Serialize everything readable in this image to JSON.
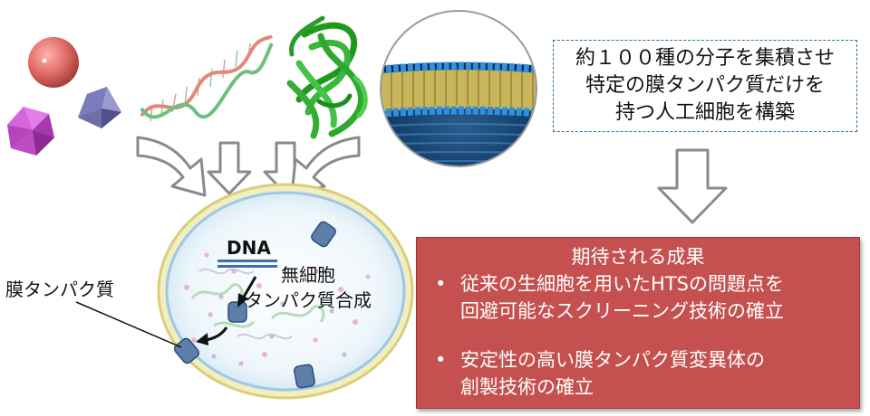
{
  "summary": {
    "lines": [
      "約１００種の分子を集積させ",
      "特定の膜タンパク質だけを",
      "持つ人工細胞を構築"
    ]
  },
  "cell": {
    "dna_label": "DNA",
    "cellfree_label_line1": "無細胞",
    "cellfree_label_line2": "タンパク質合成",
    "membrane_label": "膜タンパク質"
  },
  "results": {
    "title": "期待される成果",
    "bullet_char": "•",
    "bullets": [
      {
        "line1": "従来の生細胞を用いたHTSの問題点を",
        "line2": "回避可能なスクリーニング技術の確立"
      },
      {
        "line1": "安定性の高い膜タンパク質変異体の",
        "line2": "創製技術の確立"
      }
    ]
  },
  "icons": [
    "sphere-icon",
    "octahedron-icon",
    "icosahedron-icon",
    "dna-helix-icon",
    "protein-structure-icon",
    "lipid-bilayer-icon",
    "arrow-down-icon",
    "artificial-cell-icon"
  ],
  "colors": {
    "results_fill": "#c4514f",
    "summary_border": "#2a6fa0",
    "arrow_outline": "#8a8a8a",
    "protein_green": "#3bb53b"
  }
}
